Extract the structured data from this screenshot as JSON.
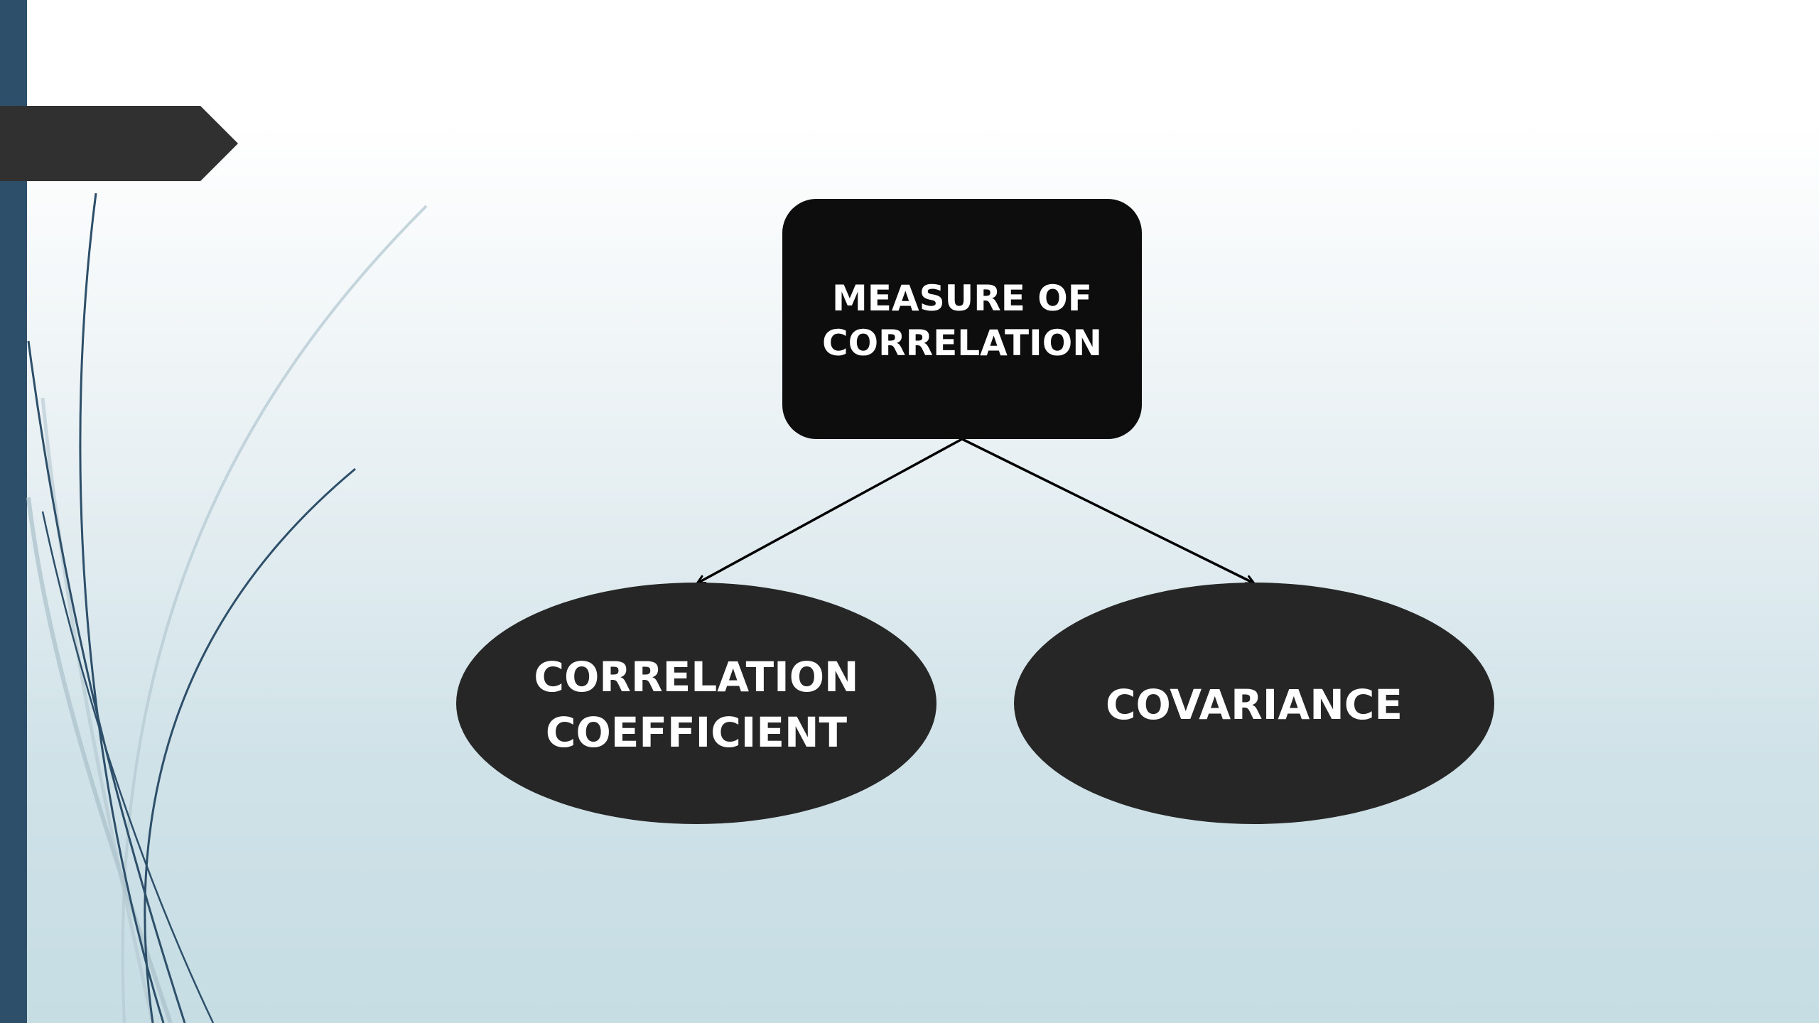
{
  "diagram": {
    "root": {
      "line1": "MEASURE OF",
      "line2": "CORRELATION"
    },
    "left_child": {
      "line1": "CORRELATION",
      "line2": "COEFFICIENT"
    },
    "right_child": {
      "label": "COVARIANCE"
    }
  },
  "colors": {
    "sidebar": "#2d4f69",
    "tab": "#303030",
    "root_box": "#0d0d0d",
    "ellipses": "#262626",
    "text": "#ffffff"
  }
}
